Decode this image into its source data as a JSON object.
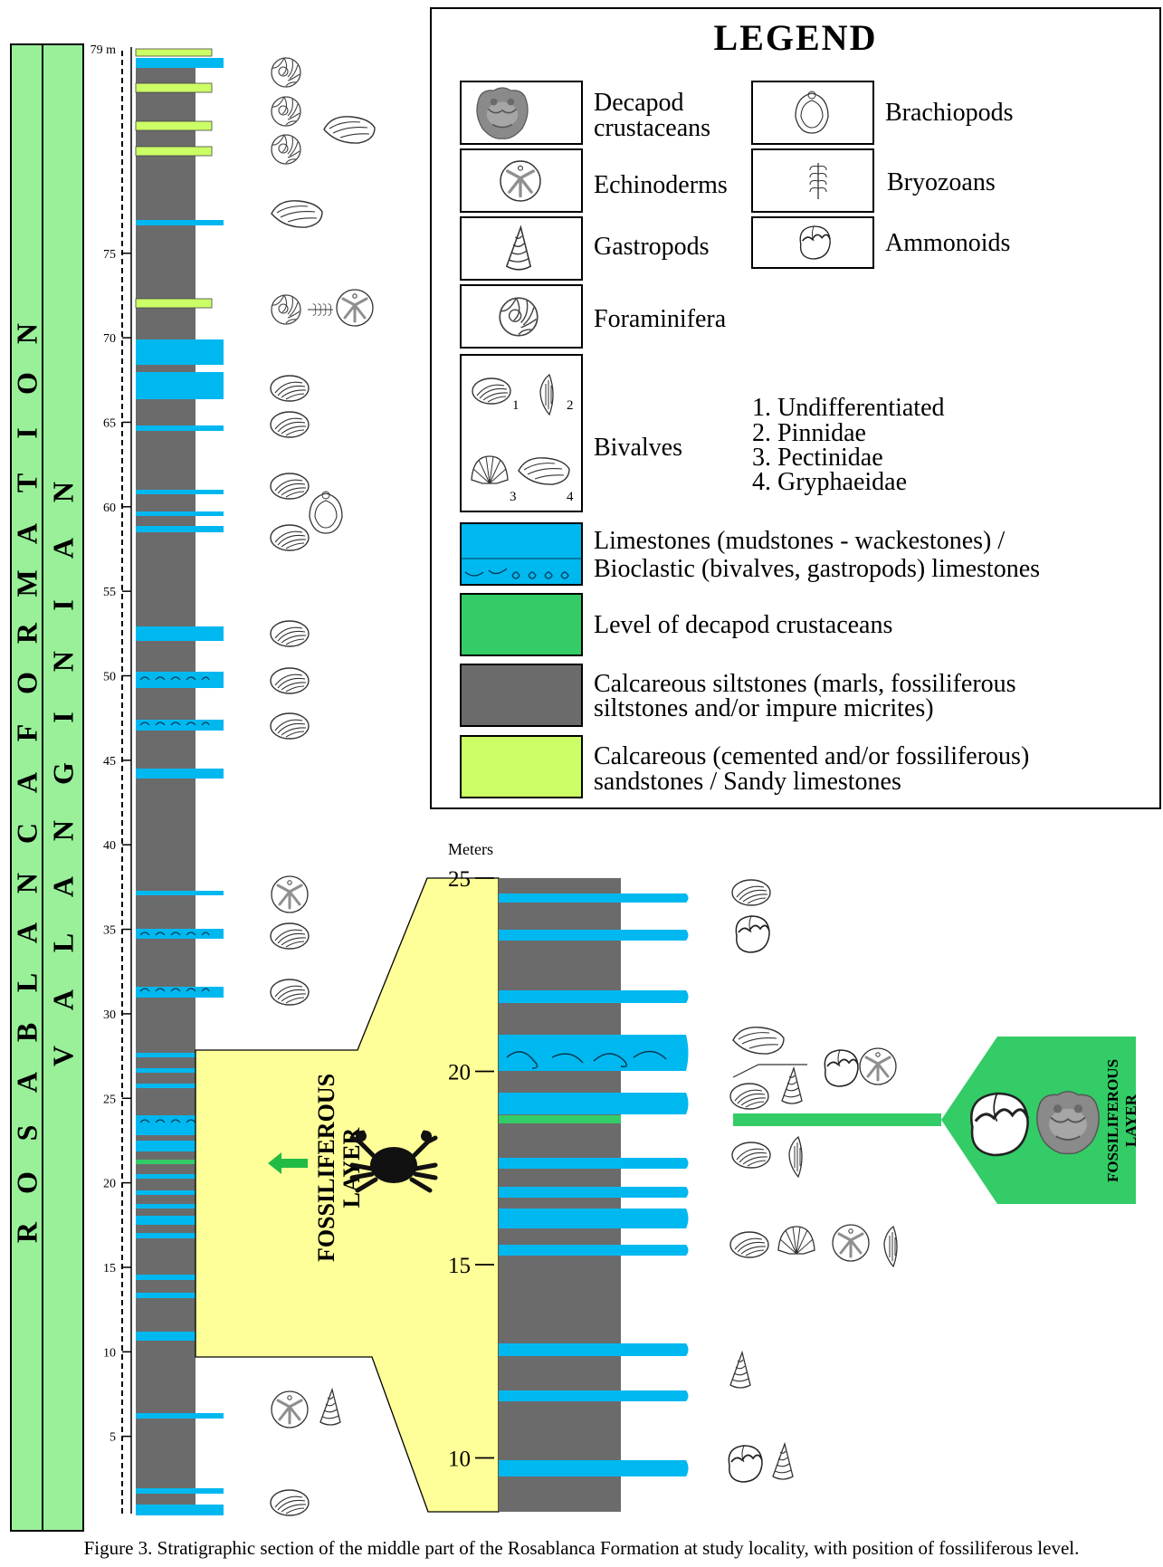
{
  "legend": {
    "title": "LEGEND",
    "items": {
      "decapods": "Decapod crustaceans",
      "brachiopods": "Brachiopods",
      "echinoderms": "Echinoderms",
      "bryozoans": "Bryozoans",
      "gastropods": "Gastropods",
      "ammonoids": "Ammonoids",
      "foraminifera": "Foraminifera",
      "bivalves": "Bivalves",
      "bivalve_types": [
        "1. Undifferentiated",
        "2. Pinnidae",
        "3. Pectinidae",
        "4. Gryphaeidae"
      ],
      "bivalve_numbers": [
        "1",
        "2",
        "3",
        "4"
      ],
      "limestones": [
        "Limestones (mudstones - wackestones) /",
        "Bioclastic (bivalves, gastropods) limestones"
      ],
      "decapod_level": "Level of decapod crustaceans",
      "siltstones": [
        "Calcareous siltstones (marls, fossiliferous",
        "siltstones and/or impure micrites)"
      ],
      "sandstones": [
        "Calcareous (cemented and/or fossiliferous)",
        "sandstones / Sandy limestones"
      ]
    }
  },
  "formation_label": "ROSABLANCA FORMATION",
  "stage_label": "VALANGINIAN",
  "main_section": {
    "top_label": "79 m",
    "ticks": [
      "75",
      "70",
      "65",
      "60",
      "55",
      "50",
      "45",
      "40",
      "35",
      "30",
      "25",
      "20",
      "15",
      "10",
      "5"
    ]
  },
  "detail_section": {
    "unit_label": "Meters",
    "ticks": [
      "25",
      "20",
      "15",
      "10"
    ]
  },
  "fossiliferous_label": [
    "FOSSILIFEROUS",
    "LAYER"
  ],
  "caption": "Figure 3. Stratigraphic section of the middle part of the Rosablanca Formation at study locality, with position of fossiliferous level.",
  "colors": {
    "limestone": "#00b8f0",
    "siltstone": "#6b6b6b",
    "sandstone": "#ccff66",
    "decapod_level": "#33cc66",
    "formation_column": "#99f099",
    "fossiliferous_zone": "#ffff99",
    "arrow": "#22bb44"
  }
}
